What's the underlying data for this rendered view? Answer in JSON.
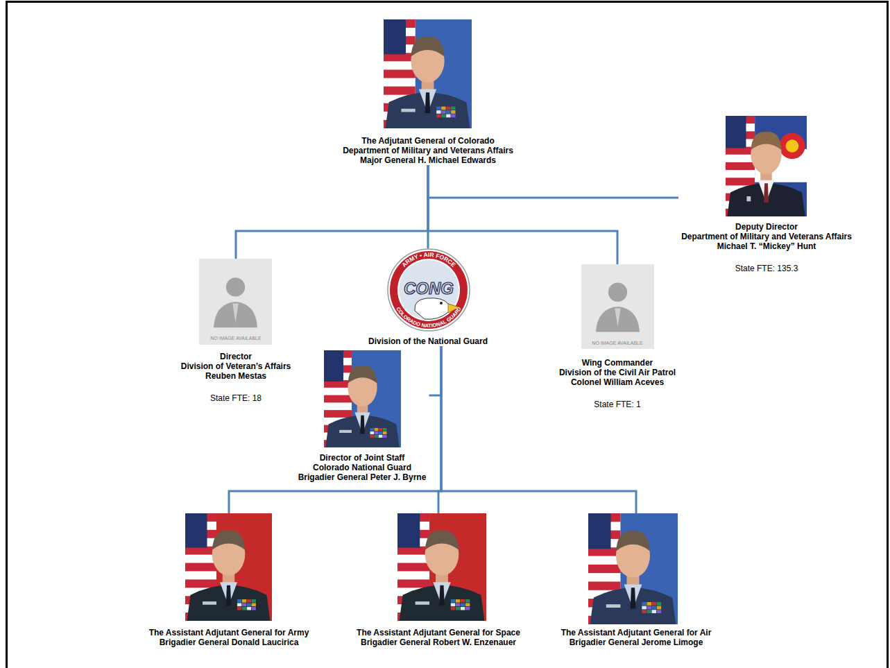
{
  "diagram": {
    "nodes": [
      {
        "text": [
          "The Adjutant General of Colorado",
          "Department of Military and Veterans Affairs",
          "Major General H. Michael Edwards"
        ]
      },
      {
        "text": [
          "Deputy Director",
          "Department of Military and Veterans Affairs",
          "Michael T. “Mickey” Hunt",
          "State FTE: 135.3"
        ]
      },
      {
        "text": [
          "Director",
          "Division of Veteran’s Affairs",
          "Reuben Mestas",
          "State FTE: 18"
        ]
      },
      {
        "text": [
          "Division of the National Guard"
        ]
      },
      {
        "text": [
          "Wing Commander",
          "Division of the Civil Air Patrol",
          "Colonel William Aceves",
          "State FTE: 1"
        ]
      },
      {
        "text": [
          "Director of Joint Staff",
          "Colorado National Guard",
          "Brigadier General Peter J. Byrne"
        ]
      },
      {
        "text": [
          "The Assistant Adjutant General for Army",
          "Brigadier General Donald Laucirica"
        ]
      },
      {
        "text": [
          "The Assistant Adjutant General for Space",
          "Brigadier General Robert W. Enzenauer"
        ]
      },
      {
        "text": [
          "The Assistant Adjutant General for Air",
          "Brigadier General Jerome Limoge"
        ]
      }
    ],
    "edges": [
      {
        "from": 0,
        "to": 1,
        "arrow": "none"
      },
      {
        "from": 0,
        "to": 2,
        "arrow": "none"
      },
      {
        "from": 0,
        "to": 3,
        "arrow": "none"
      },
      {
        "from": 0,
        "to": 4,
        "arrow": "none"
      },
      {
        "from": 3,
        "to": 5,
        "arrow": "none"
      },
      {
        "from": 3,
        "to": 6,
        "arrow": "none"
      },
      {
        "from": 3,
        "to": 7,
        "arrow": "none"
      },
      {
        "from": 3,
        "to": 8,
        "arrow": "none"
      }
    ],
    "labels": [
      "NO IMAGE AVAILABLE",
      "NO IMAGE AVAILABLE",
      "ARMY • AIR FORCE",
      "CONG",
      "COLORADO NATIONAL GUARD"
    ]
  }
}
